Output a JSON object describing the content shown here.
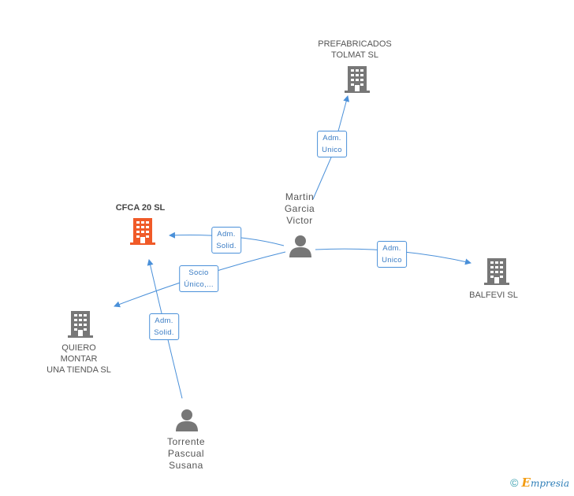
{
  "nodes": {
    "prefabricados": {
      "label": "PREFABRICADOS\nTOLMAT SL",
      "type": "company",
      "color": "#777777"
    },
    "cfca": {
      "label": "CFCA 20  SL",
      "type": "company",
      "color": "#f05a28"
    },
    "balfevi": {
      "label": "BALFEVI SL",
      "type": "company",
      "color": "#777777"
    },
    "quiero": {
      "label": "QUIERO\nMONTAR\nUNA TIENDA  SL",
      "type": "company",
      "color": "#777777"
    },
    "martin": {
      "label": "Martin\nGarcia\nVictor",
      "type": "person",
      "color": "#777777"
    },
    "torrente": {
      "label": "Torrente\nPascual\nSusana",
      "type": "person",
      "color": "#777777"
    }
  },
  "edges": [
    {
      "id": "martin-prefab",
      "label": "Adm.\nUnico"
    },
    {
      "id": "martin-cfca",
      "label": "Adm.\nSolid."
    },
    {
      "id": "martin-balfevi",
      "label": "Adm.\nUnico"
    },
    {
      "id": "martin-quiero",
      "label": "Socio\nÚnico,..."
    },
    {
      "id": "torrente-cfca",
      "label": "Adm.\nSolid."
    }
  ],
  "colors": {
    "edge": "#4a90d9",
    "icon": "#777777",
    "highlight": "#f05a28"
  },
  "footer": {
    "copyright": "©",
    "brand_initial": "E",
    "brand_rest": "mpresia"
  }
}
